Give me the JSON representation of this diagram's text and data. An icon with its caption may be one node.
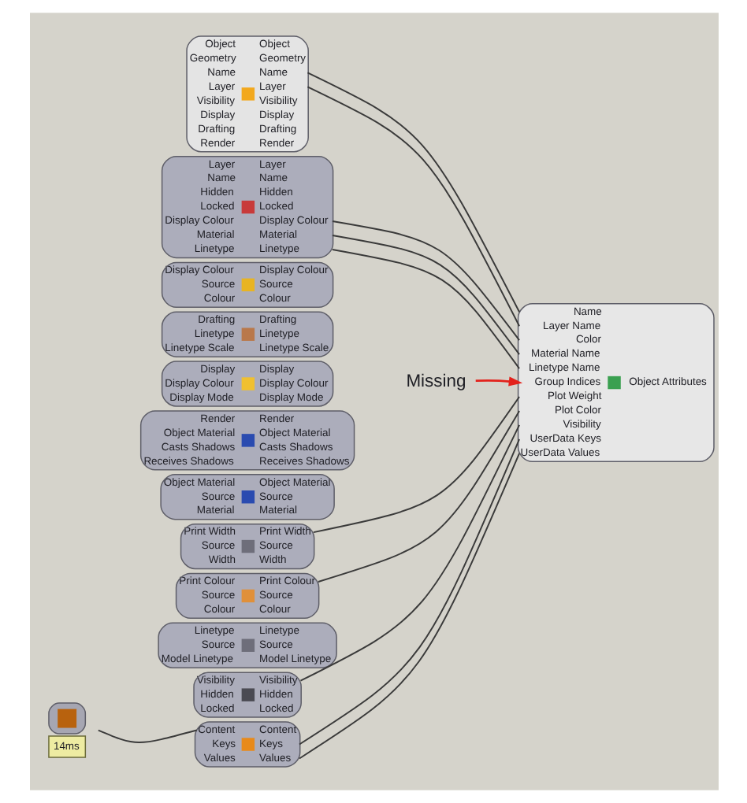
{
  "diagram": {
    "nodes": [
      {
        "text": [
          "Object",
          "Object",
          "Geometry",
          "Geometry",
          "Name",
          "Name",
          "Layer",
          "Layer",
          "Visibility",
          "Visibility",
          "Display",
          "Display",
          "Drafting",
          "Drafting",
          "Render",
          "Render"
        ]
      },
      {
        "text": [
          "Layer",
          "Layer",
          "Name",
          "Name",
          "Hidden",
          "Hidden",
          "Locked",
          "Locked",
          "Display Colour",
          "Display Colour",
          "Material",
          "Material",
          "Linetype",
          "Linetype"
        ]
      },
      {
        "text": [
          "Display Colour",
          "Display Colour",
          "Source",
          "Source",
          "Colour",
          "Colour"
        ]
      },
      {
        "text": [
          "Drafting",
          "Drafting",
          "Linetype",
          "Linetype",
          "Linetype Scale",
          "Linetype Scale"
        ]
      },
      {
        "text": [
          "Display",
          "Display",
          "Display Colour",
          "Display Colour",
          "Display Mode",
          "Display Mode"
        ]
      },
      {
        "text": [
          "Render",
          "Render",
          "Object Material",
          "Object Material",
          "Casts Shadows",
          "Casts Shadows",
          "Receives Shadows",
          "Receives Shadows"
        ]
      },
      {
        "text": [
          "Object Material",
          "Object Material",
          "Source",
          "Source",
          "Material",
          "Material"
        ]
      },
      {
        "text": [
          "Print Width",
          "Print Width",
          "Source",
          "Source",
          "Width",
          "Width"
        ]
      },
      {
        "text": [
          "Print Colour",
          "Print Colour",
          "Source",
          "Source",
          "Colour",
          "Colour"
        ]
      },
      {
        "text": [
          "Linetype",
          "Linetype",
          "Source",
          "Source",
          "Model Linetype",
          "Model Linetype"
        ]
      },
      {
        "text": [
          "Visibility",
          "Visibility",
          "Hidden",
          "Hidden",
          "Locked",
          "Locked"
        ]
      },
      {
        "text": [],
        "shape": "box",
        "beside": [
          "14ms"
        ]
      },
      {
        "text": [
          "Content",
          "Content",
          "Keys",
          "Keys",
          "Values",
          "Values"
        ]
      },
      {
        "text": [
          "Name",
          "Layer Name",
          "Color",
          "Material Name",
          "Linetype Name",
          "Group Indices",
          "Plot Weight",
          "Plot Color",
          "Visibility",
          "UserData Keys",
          "UserData Values",
          "Object Attributes"
        ]
      },
      {
        "text": [
          "Missing"
        ]
      }
    ],
    "edges": [
      {
        "from": 0,
        "to": 13,
        "arrow": "none"
      },
      {
        "from": 0,
        "to": 13,
        "arrow": "none"
      },
      {
        "from": 1,
        "to": 13,
        "arrow": "none"
      },
      {
        "from": 1,
        "to": 13,
        "arrow": "none"
      },
      {
        "from": 1,
        "to": 13,
        "arrow": "none"
      },
      {
        "from": 14,
        "to": 13,
        "arrow": "to",
        "color": "#e3221c"
      },
      {
        "from": 7,
        "to": 13,
        "arrow": "none"
      },
      {
        "from": 8,
        "to": 13,
        "arrow": "none"
      },
      {
        "from": 10,
        "to": 13,
        "arrow": "none"
      },
      {
        "from": 12,
        "to": 13,
        "arrow": "none"
      },
      {
        "from": 12,
        "to": 13,
        "arrow": "none"
      },
      {
        "from": 11,
        "to": 12,
        "arrow": "none"
      }
    ]
  }
}
